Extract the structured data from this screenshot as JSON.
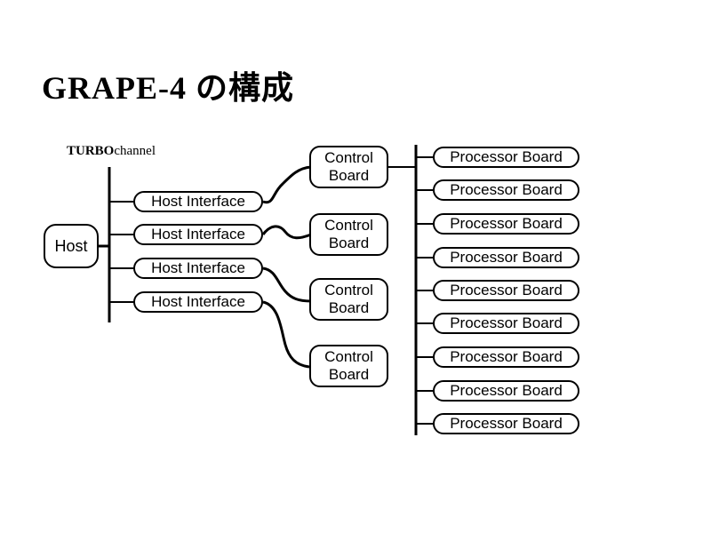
{
  "title": "GRAPE-4 の構成",
  "diagram": {
    "bus_label": {
      "strong": "TURBO",
      "rest": "channel"
    },
    "host": "Host",
    "host_interfaces": [
      "Host Interface",
      "Host Interface",
      "Host Interface",
      "Host Interface"
    ],
    "control_boards": [
      "Control Board",
      "Control Board",
      "Control Board",
      "Control Board"
    ],
    "processor_boards": [
      "Processor Board",
      "Processor Board",
      "Processor Board",
      "Processor Board",
      "Processor Board",
      "Processor Board",
      "Processor Board",
      "Processor Board",
      "Processor Board"
    ],
    "colors": {
      "line": "#000000",
      "background": "#ffffff"
    }
  }
}
